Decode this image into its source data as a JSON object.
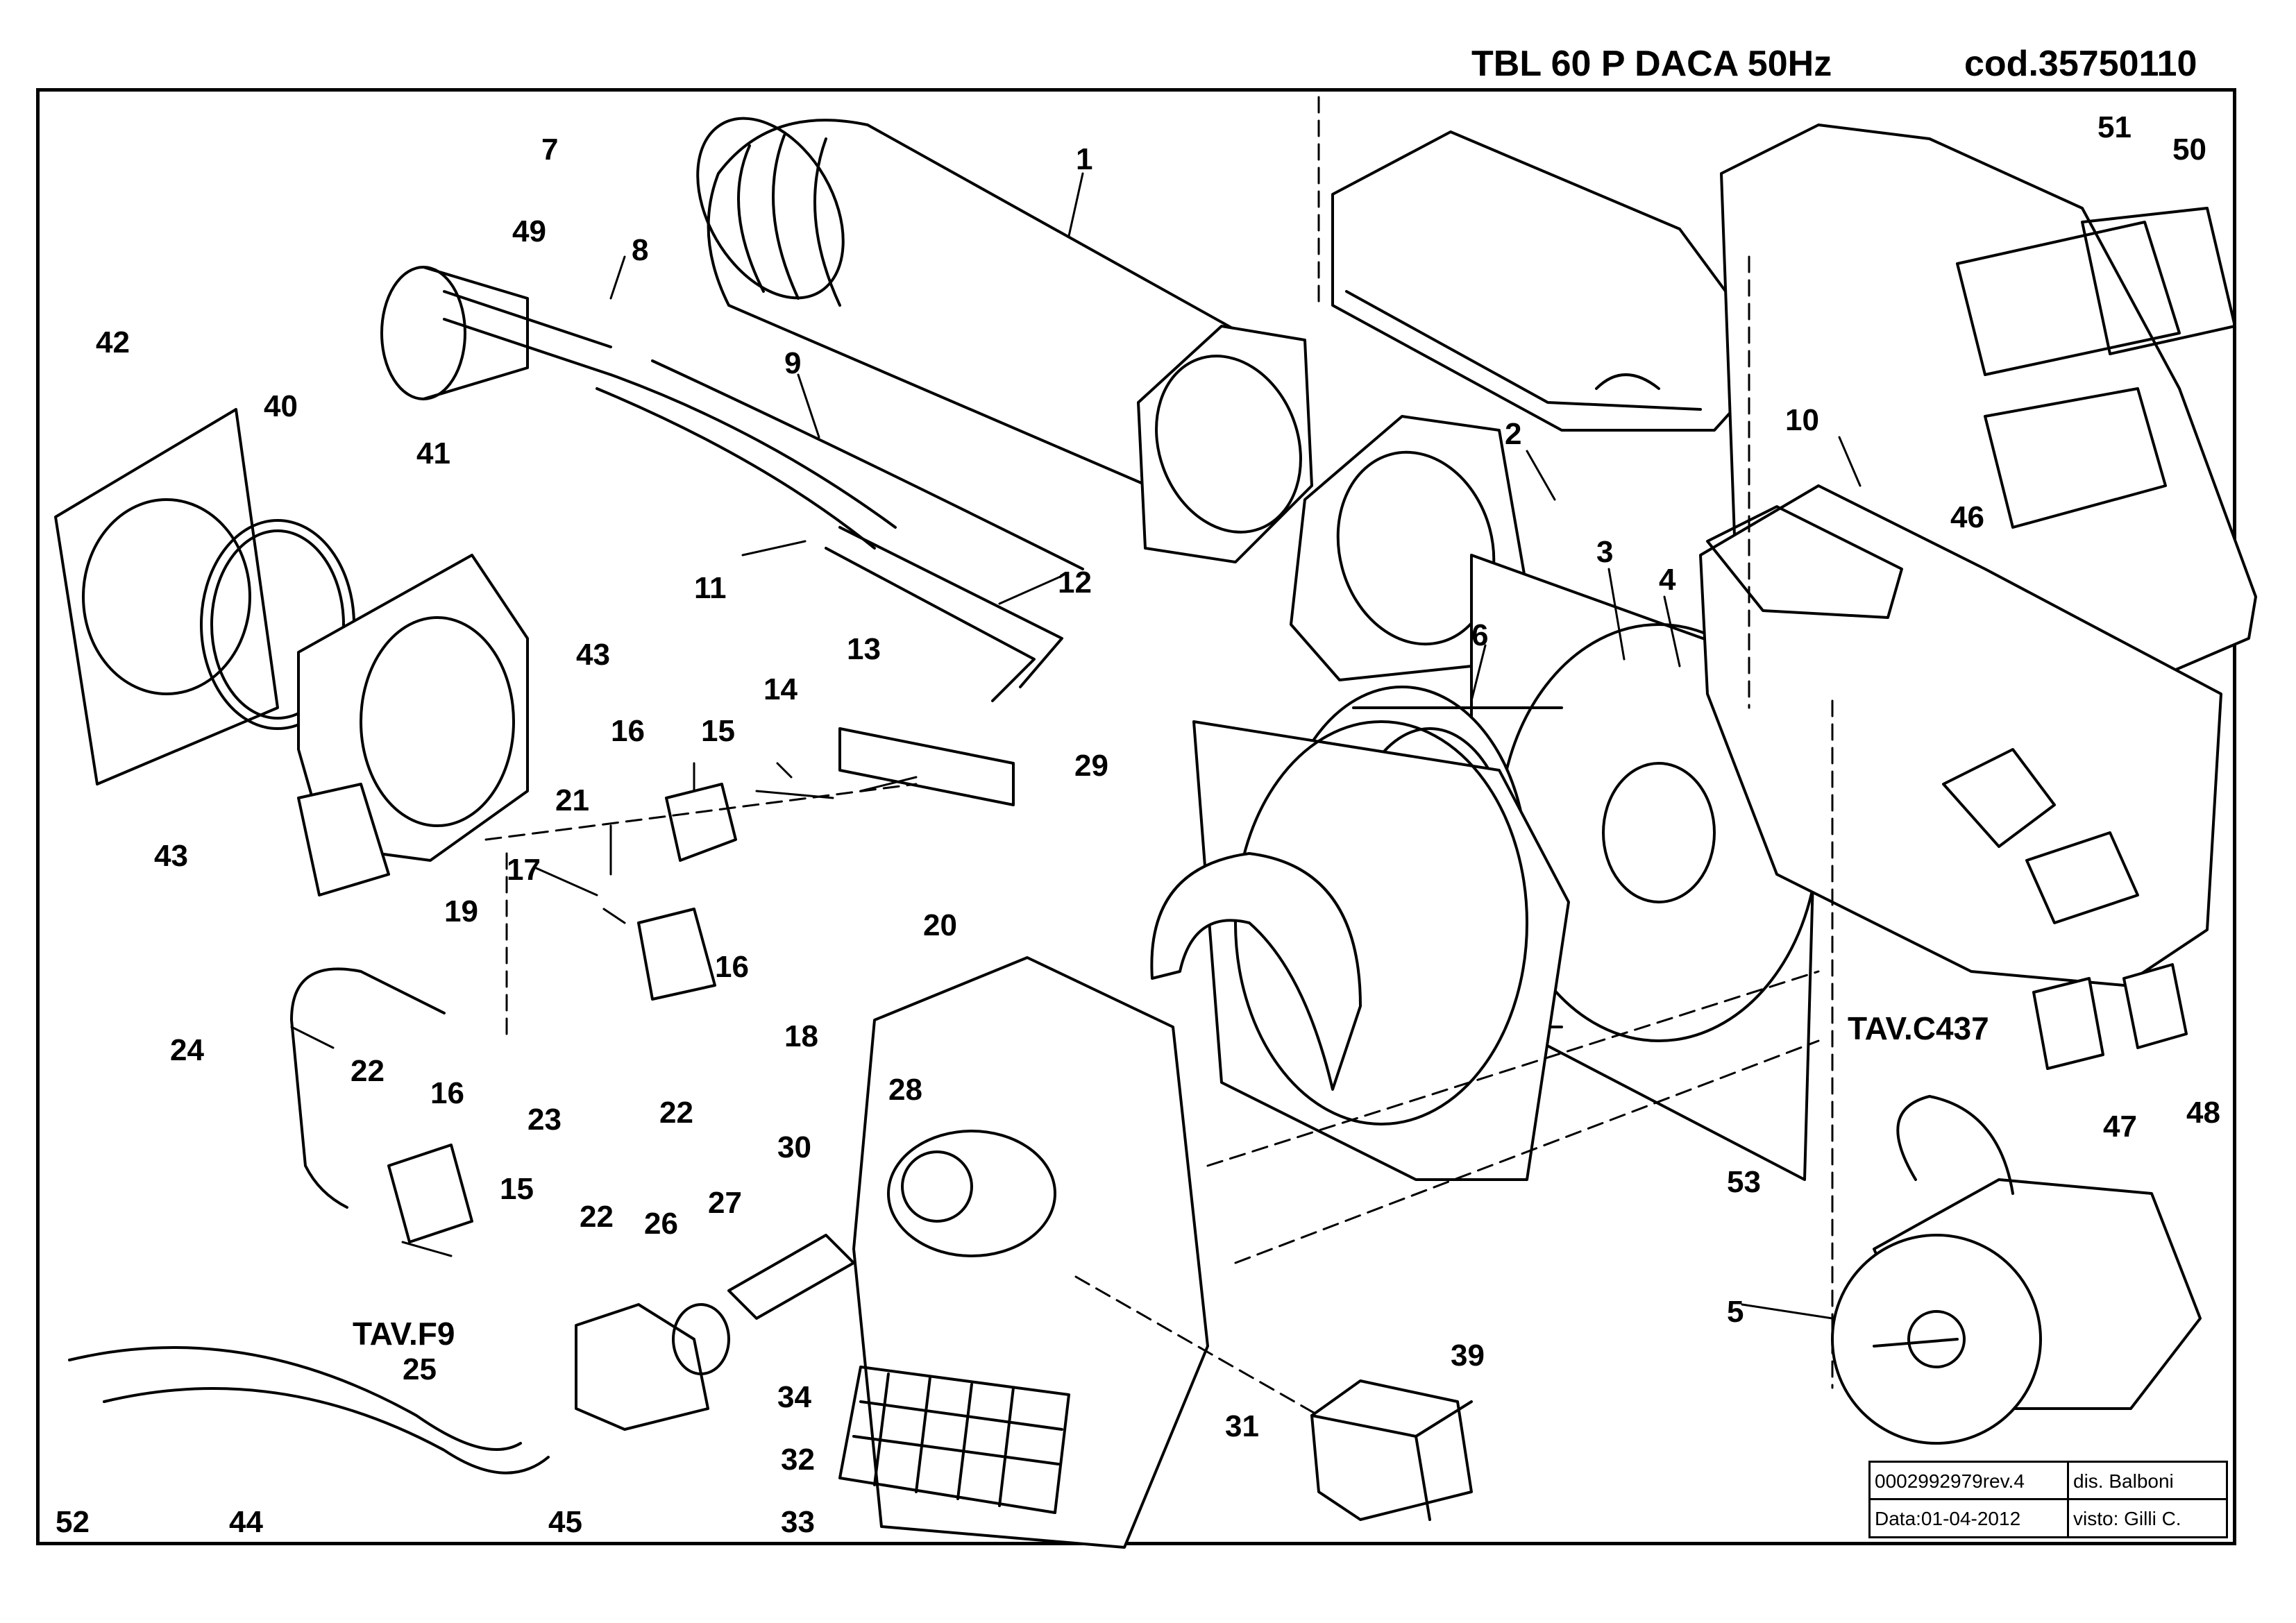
{
  "header": {
    "model": "TBL 60 P DACA  50Hz",
    "code": "cod.35750110"
  },
  "callouts": [
    "1",
    "2",
    "3",
    "4",
    "5",
    "6",
    "7",
    "8",
    "9",
    "10",
    "11",
    "12",
    "13",
    "14",
    "15",
    "15",
    "16",
    "16",
    "16",
    "17",
    "18",
    "19",
    "20",
    "21",
    "22",
    "22",
    "22",
    "23",
    "24",
    "25",
    "26",
    "27",
    "28",
    "29",
    "30",
    "31",
    "32",
    "33",
    "34",
    "39",
    "40",
    "41",
    "42",
    "43",
    "43",
    "44",
    "45",
    "46",
    "47",
    "48",
    "49",
    "50",
    "51",
    "52",
    "53"
  ],
  "cross_refs": [
    "TAV.C437",
    "TAV.F9"
  ],
  "title_block": {
    "doc_number": "0002992979rev.4",
    "drawn_by": "dis. Balboni",
    "date": "Data:01-04-2012",
    "checked_by": "visto: Gilli C."
  }
}
